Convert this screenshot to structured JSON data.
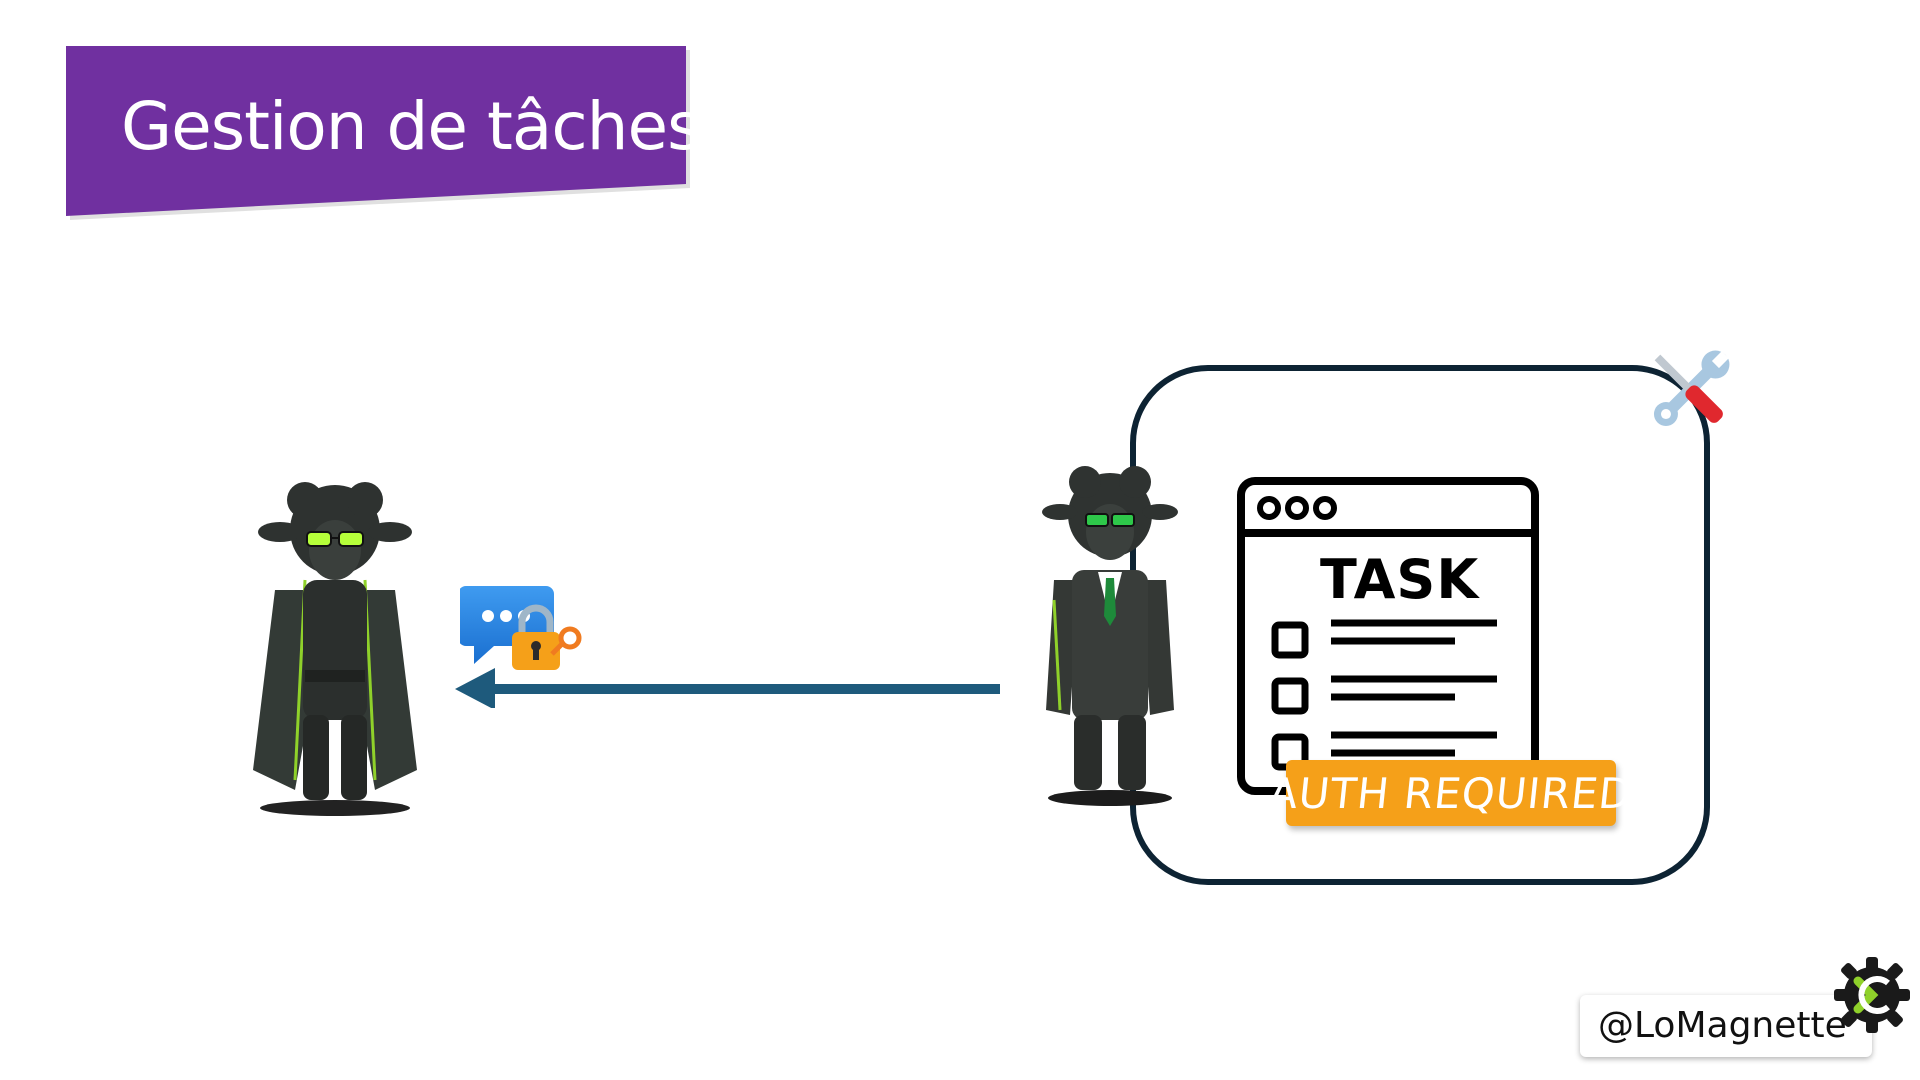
{
  "title": "Gestion de tâches",
  "task_card": {
    "title": "TASK",
    "badge": "AUTH REQUIRED"
  },
  "handle": "@LoMagnette",
  "colors": {
    "banner": "#7030a0",
    "arrow": "#1e5a7c",
    "frame": "#0d2333",
    "badge": "#f5a019",
    "accent_green": "#8fd12a"
  },
  "icons": {
    "chat": "chat-bubble-icon",
    "lock": "padlock-icon",
    "tools": "wrench-screwdriver-icon",
    "logo": "gear-logo-icon"
  }
}
